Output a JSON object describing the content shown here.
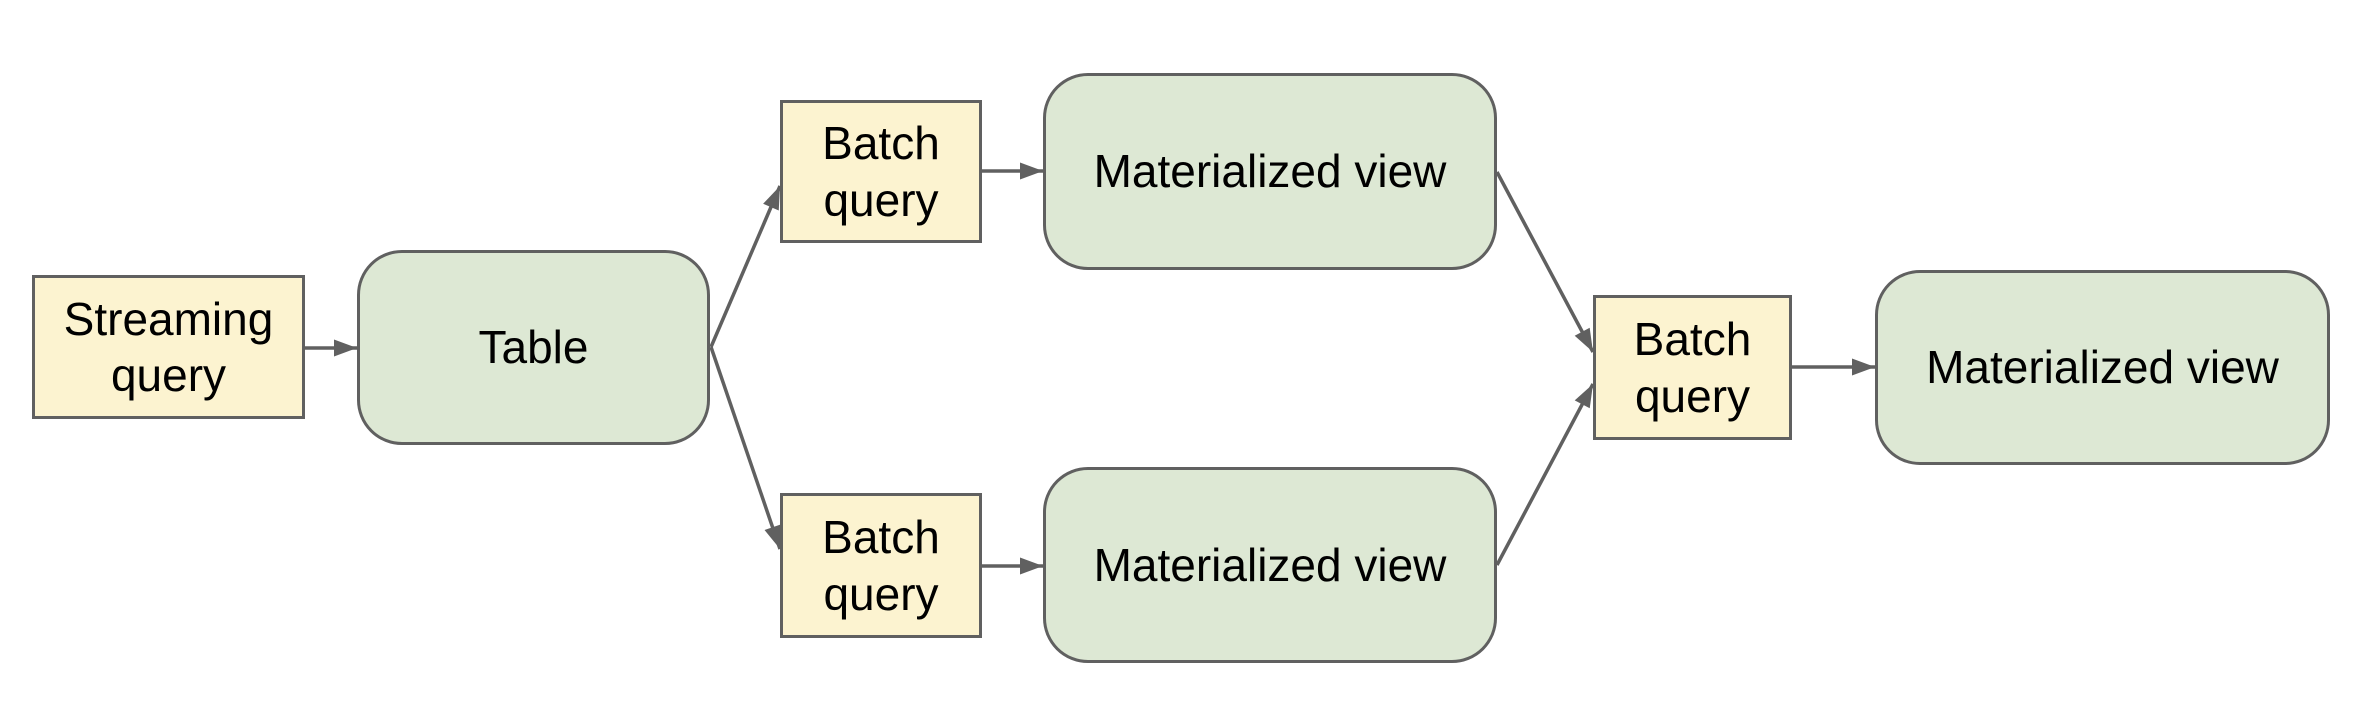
{
  "diagram": {
    "colors": {
      "background": "#ffffff",
      "query_fill": "#fcf3d0",
      "store_fill": "#dde8d4",
      "border": "#606060",
      "arrow": "#606060",
      "text": "#000000"
    },
    "nodes": [
      {
        "id": "streaming-query",
        "label": "Streaming query",
        "type": "query"
      },
      {
        "id": "table",
        "label": "Table",
        "type": "store"
      },
      {
        "id": "batch-query-top",
        "label": "Batch query",
        "type": "query"
      },
      {
        "id": "materialized-view-top",
        "label": "Materialized view",
        "type": "store"
      },
      {
        "id": "batch-query-bottom",
        "label": "Batch query",
        "type": "query"
      },
      {
        "id": "materialized-view-bottom",
        "label": "Materialized view",
        "type": "store"
      },
      {
        "id": "batch-query-final",
        "label": "Batch query",
        "type": "query"
      },
      {
        "id": "materialized-view-final",
        "label": "Materialized view",
        "type": "store"
      }
    ],
    "edges": [
      {
        "from": "streaming-query",
        "to": "table"
      },
      {
        "from": "table",
        "to": "batch-query-top"
      },
      {
        "from": "table",
        "to": "batch-query-bottom"
      },
      {
        "from": "batch-query-top",
        "to": "materialized-view-top"
      },
      {
        "from": "batch-query-bottom",
        "to": "materialized-view-bottom"
      },
      {
        "from": "materialized-view-top",
        "to": "batch-query-final"
      },
      {
        "from": "materialized-view-bottom",
        "to": "batch-query-final"
      },
      {
        "from": "batch-query-final",
        "to": "materialized-view-final"
      }
    ]
  }
}
